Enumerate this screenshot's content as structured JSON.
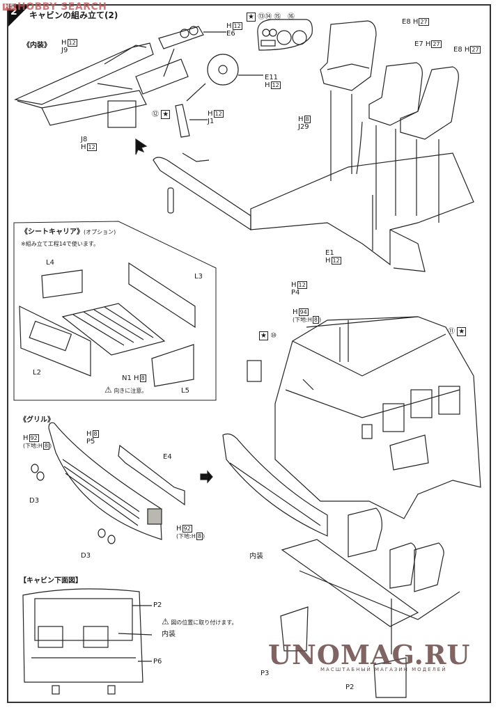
{
  "watermark_top": {
    "logo": "HS",
    "text": "HOBBY SEARCH"
  },
  "step": {
    "number": "2",
    "title": "キャビンの組み立て(2)"
  },
  "sections": {
    "interior": "《内装》",
    "seat_carrier": "《シートキャリア》",
    "seat_carrier_option": "(オプション)",
    "seat_carrier_note": "※組み立て工程14で使います。",
    "grille": "《グリル》",
    "cabin_bottom": "【キャビン下面図】"
  },
  "labels": {
    "j9": {
      "color": "H",
      "code": "12",
      "part": "J9"
    },
    "e6": {
      "color": "H",
      "code": "12",
      "part": "E6"
    },
    "gauges": {
      "star": "★",
      "decals": [
        "⑬",
        "⑭",
        "⑮",
        "⑯"
      ]
    },
    "e11": {
      "part": "E11",
      "color": "H",
      "code": "12"
    },
    "decal12": {
      "num": "⑫",
      "star": "★"
    },
    "j1": {
      "color": "H",
      "code": "12",
      "part": "J1"
    },
    "j8": {
      "part": "J8",
      "color": "H",
      "code": "12"
    },
    "e8a": {
      "part": "E8",
      "color": "H",
      "code": "27"
    },
    "e7": {
      "part": "E7",
      "color": "H",
      "code": "27"
    },
    "e8b": {
      "part": "E8",
      "color": "H",
      "code": "27"
    },
    "j29": {
      "color": "H",
      "code": "8",
      "part": "J29"
    },
    "e1": {
      "part": "E1",
      "color": "H",
      "code": "12"
    },
    "p4": {
      "color": "H",
      "code": "12",
      "part": "P4",
      "lens_color": "H",
      "lens_code": "94",
      "under": "(下地:H",
      "under_code": "8",
      "under_end": ")"
    },
    "decal10": {
      "star": "★",
      "num": "⑩"
    },
    "decal11": {
      "num": "⑪",
      "star": "★"
    },
    "l4": "L4",
    "l3": "L3",
    "l2": "L2",
    "l5": "L5",
    "n1": {
      "part": "N1",
      "color": "H",
      "code": "8"
    },
    "n1_caution": "向きに注意。",
    "h92a": {
      "color": "H",
      "code": "92",
      "under": "(下地:H",
      "under_code": "8",
      "under_end": ")"
    },
    "p5": {
      "color": "H",
      "code": "8",
      "part": "P5"
    },
    "e4": "E4",
    "d3a": "D3",
    "d3b": "D3",
    "h92b": {
      "color": "H",
      "code": "92",
      "under": "(下地:H",
      "under_code": "8",
      "under_end": ")"
    },
    "bottom_p2": "P2",
    "bottom_caution": "図の位置に取り付けます。",
    "bottom_interior": "内装",
    "bottom_p6": "P6",
    "final_interior": "内装",
    "p3": "P3",
    "p2": "P2"
  },
  "icons": {
    "warning": "⚠",
    "arrow": "➡"
  },
  "watermark_bottom": {
    "text": "UNOMAG.RU",
    "sub": "МАСШТАБНЫЙ МАГАЗИН МОДЕЛЕЙ"
  }
}
